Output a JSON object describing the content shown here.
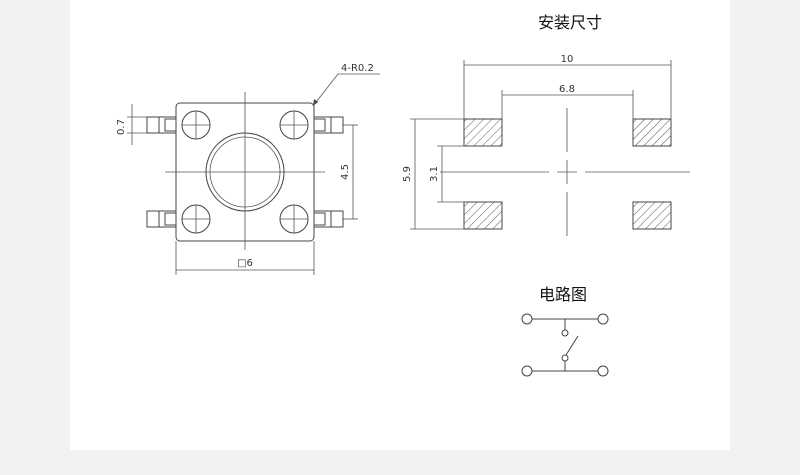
{
  "titles": {
    "install": "安装尺寸",
    "circuit": "电路图"
  },
  "labels": {
    "corner_radius": "4-R0.2",
    "pin_width": "0.7",
    "pin_pitch": "4.5",
    "body_size": "□6",
    "pad_outer": "10",
    "pad_inner": "6.8",
    "pad_height": "5.9",
    "pad_gap": "3.1"
  },
  "colors": {
    "background": "#f2f2f2",
    "panel": "#ffffff",
    "line": "#444444"
  }
}
